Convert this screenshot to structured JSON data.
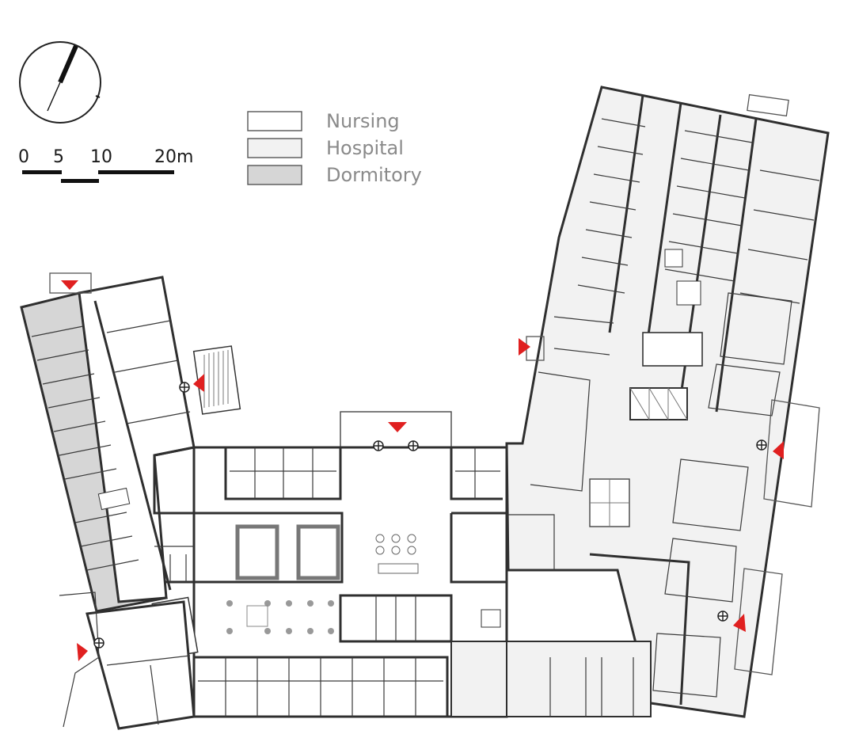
{
  "legend": {
    "items": [
      {
        "label": "Nursing",
        "fill": "#ffffff"
      },
      {
        "label": "Hospital",
        "fill": "#f2f2f2"
      },
      {
        "label": "Dormitory",
        "fill": "#d6d6d6"
      }
    ]
  },
  "scale_bar": {
    "labels": [
      "0",
      "5",
      "10",
      "20m"
    ]
  },
  "north_arrow": {
    "icon": "north-arrow-icon"
  },
  "entrance_marker": {
    "icon": "entrance-triangle-icon",
    "color": "#e02020"
  },
  "colors": {
    "nursing": "#ffffff",
    "hospital": "#f2f2f2",
    "dormitory": "#d6d6d6",
    "wall": "#2f2f2f",
    "entrance": "#e02020"
  }
}
